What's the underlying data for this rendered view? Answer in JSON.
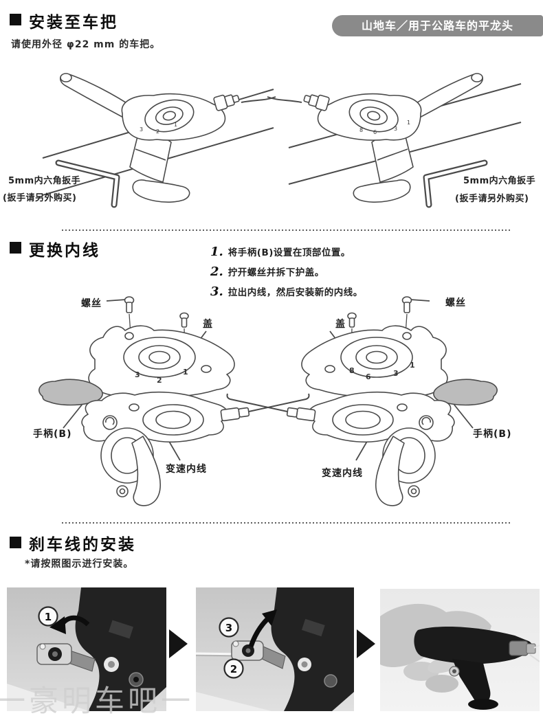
{
  "badge": {
    "label": "山地车／用于公路车的平龙头",
    "bg": "#8a8a8a"
  },
  "sections": {
    "install": {
      "title": "安装至车把",
      "note": "请使用外径 φ22 mm 的车把。",
      "wrench_label": {
        "line1": "5mm内六角扳手",
        "line2": "(扳手请另外购买)"
      }
    },
    "inner_cable": {
      "title": "更换内线",
      "steps": [
        {
          "num": "1.",
          "text": "将手柄(B)设置在顶部位置。"
        },
        {
          "num": "2.",
          "text": "拧开螺丝并拆下护盖。"
        },
        {
          "num": "3.",
          "text": "拉出内线，然后安装新的内线。"
        }
      ],
      "labels": {
        "screw": "螺丝",
        "cover": "盖",
        "lever_b": "手柄(B)",
        "shift_cable": "变速内线"
      },
      "dial_left": [
        "3",
        "2",
        "1"
      ],
      "dial_right": [
        "8",
        "6",
        "3",
        "1"
      ]
    },
    "brake": {
      "title": "刹车线的安装",
      "note": "*请按照图示进行安装。",
      "markers": {
        "m1": "1",
        "m2": "2",
        "m3": "3"
      }
    }
  },
  "watermark": "一豪明车吧一",
  "colors": {
    "badge_bg": "#8a8a8a",
    "line_art": "#4a4a4a",
    "lever_shade": "#bcbcbc",
    "arrow": "#111111"
  }
}
